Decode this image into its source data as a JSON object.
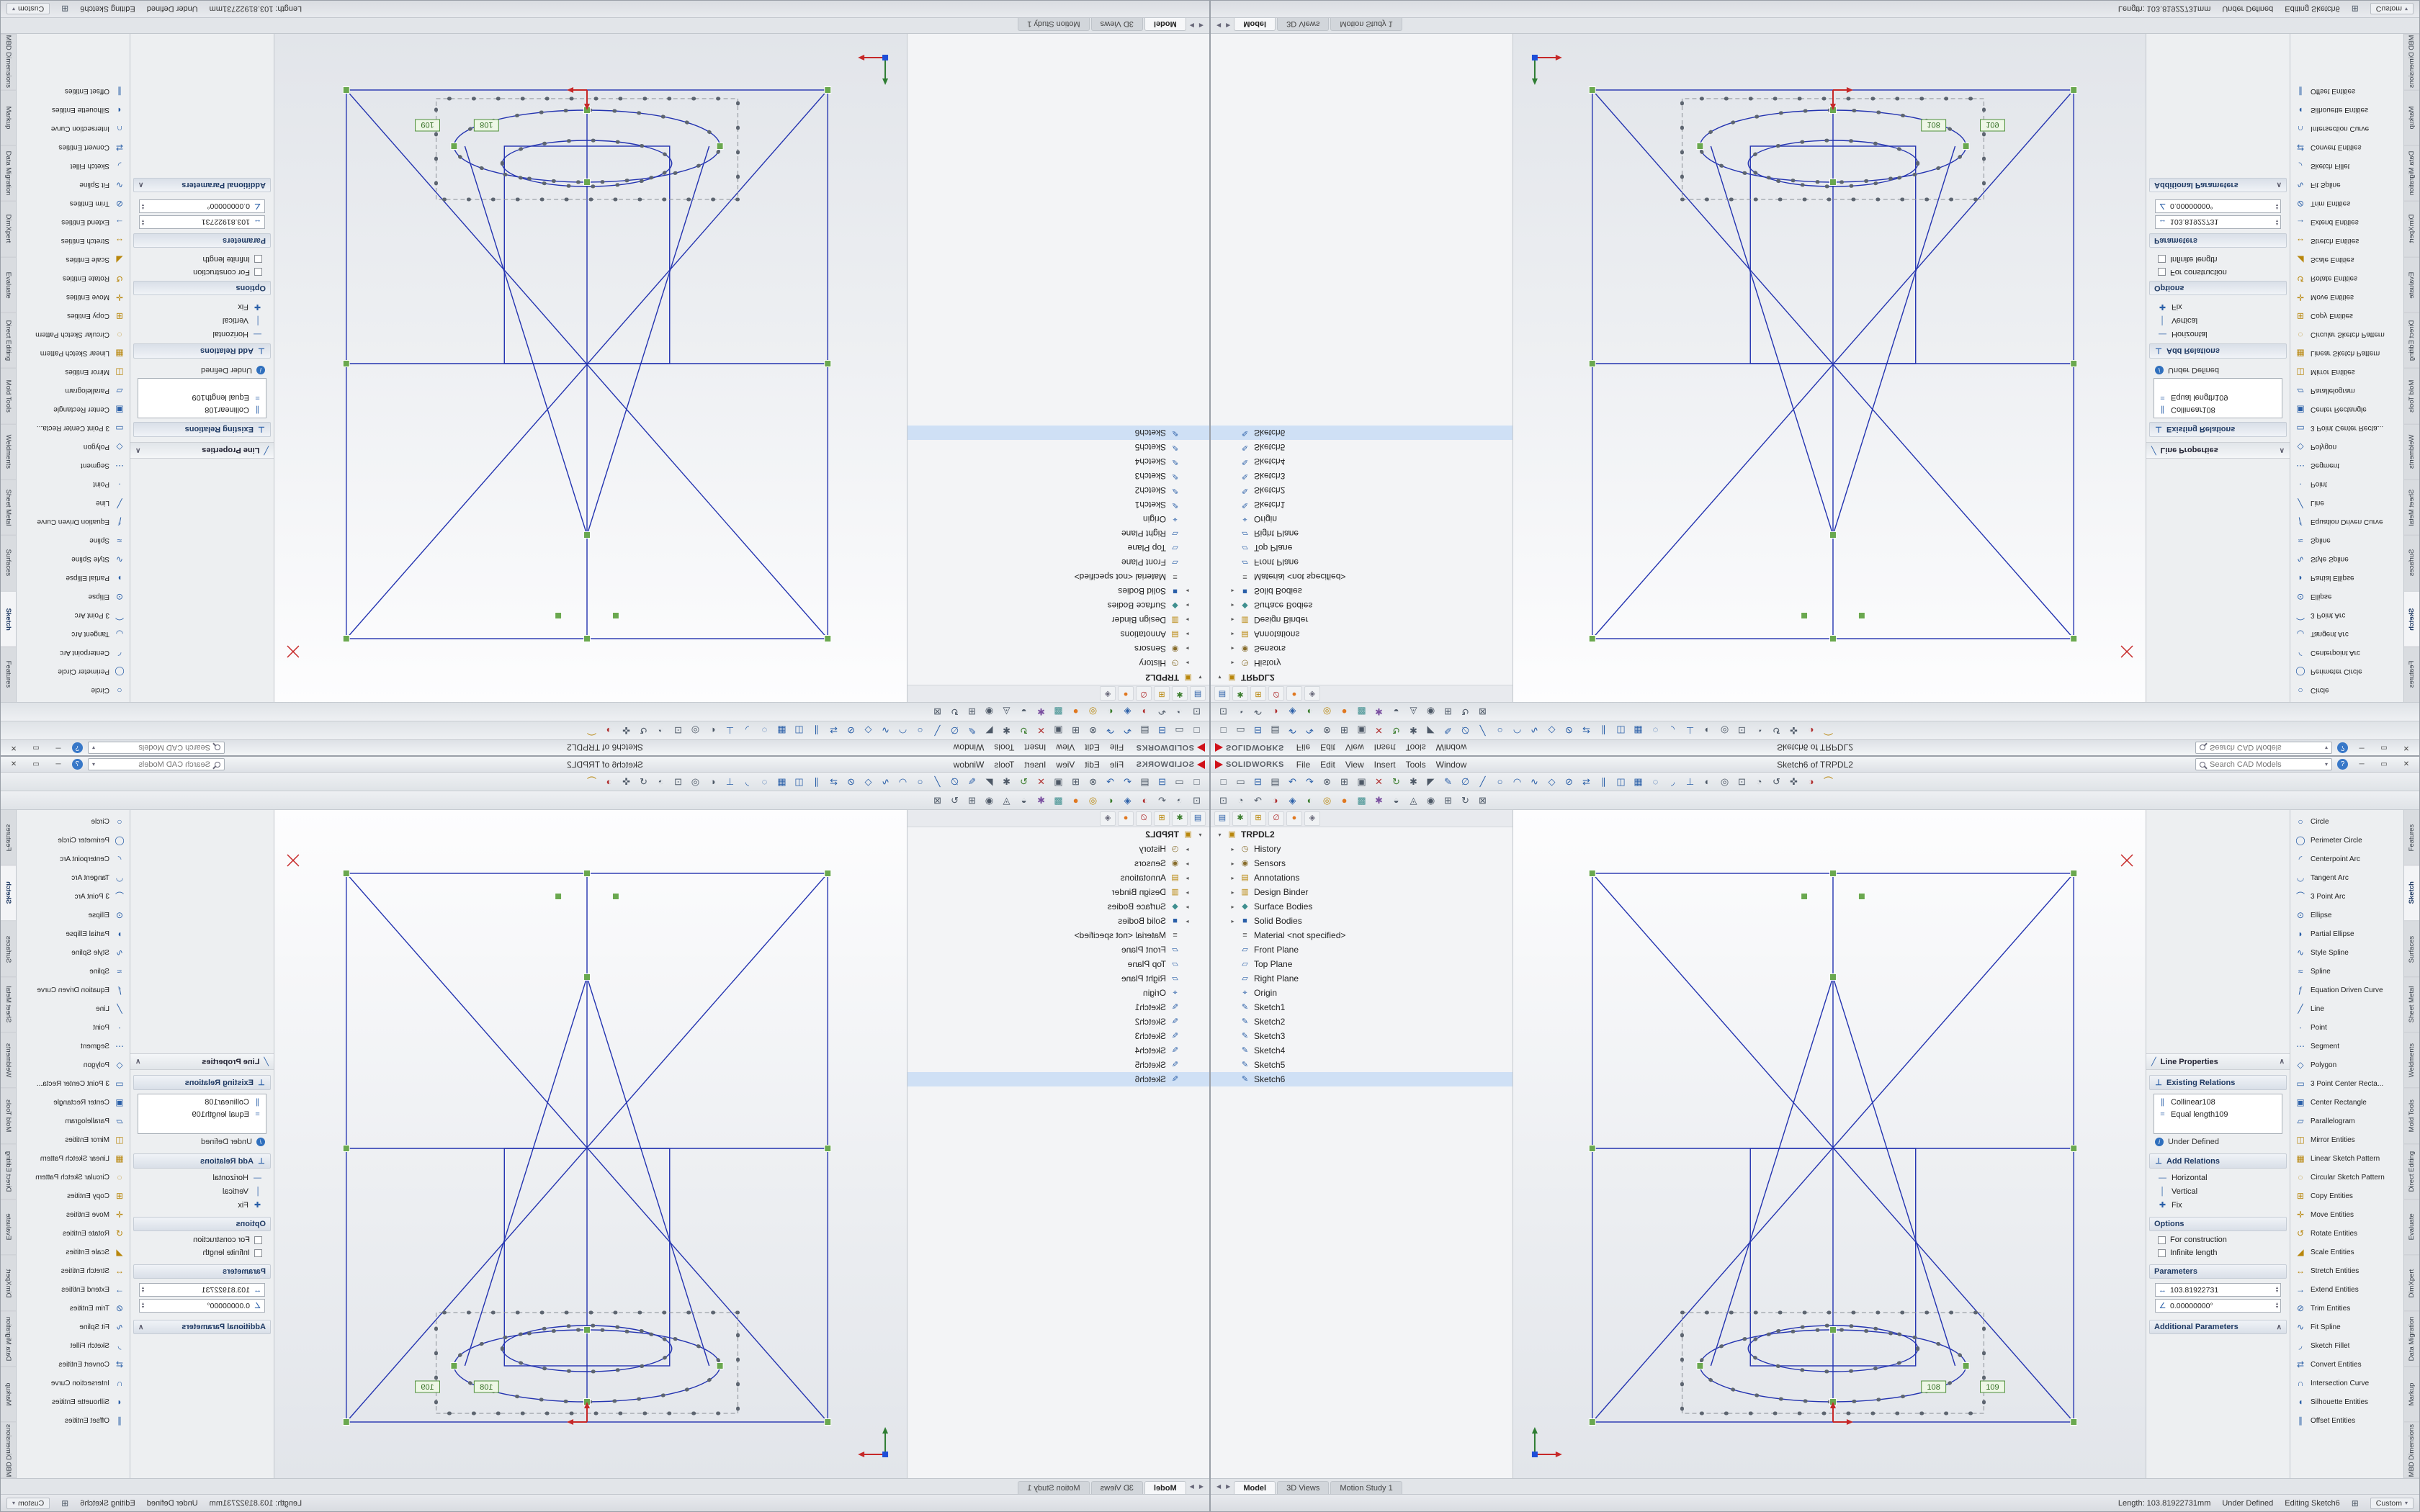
{
  "window": {
    "brand": "SOLIDWORKS",
    "title": "Sketch6 of TRPDL2",
    "menus": [
      "File",
      "Edit",
      "View",
      "Insert",
      "Tools",
      "Window"
    ],
    "search_placeholder": "Search CAD Models",
    "search_chevron": "▾",
    "help_label": "?",
    "controls": {
      "minimize": "─",
      "maximize": "▭",
      "close": "✕"
    }
  },
  "toolbar_main": {
    "icons": [
      {
        "name": "new-document-icon",
        "glyph": "□"
      },
      {
        "name": "open-icon",
        "glyph": "▭"
      },
      {
        "name": "save-icon",
        "glyph": "⊟",
        "color": "#2a5fa8"
      },
      {
        "name": "print-icon",
        "glyph": "▤"
      },
      {
        "name": "undo-icon",
        "glyph": "↶",
        "color": "#2a5fa8"
      },
      {
        "name": "redo-icon",
        "glyph": "↷",
        "color": "#2a5fa8"
      },
      {
        "name": "cut-icon",
        "glyph": "⊗"
      },
      {
        "name": "copy-icon",
        "glyph": "⊞"
      },
      {
        "name": "paste-icon",
        "glyph": "▣"
      },
      {
        "name": "delete-icon",
        "glyph": "✕",
        "color": "#b03030"
      },
      {
        "name": "rebuild-icon",
        "glyph": "↻",
        "color": "#3a7d2c"
      },
      {
        "name": "options-icon",
        "glyph": "✱"
      },
      {
        "name": "select-icon",
        "glyph": "◤"
      },
      {
        "name": "sketch-icon",
        "glyph": "✎",
        "color": "#2a5fa8"
      },
      {
        "name": "smart-dimension-icon",
        "glyph": "∅",
        "color": "#2a5fa8"
      },
      {
        "name": "line-icon",
        "glyph": "╱",
        "color": "#2a5fa8"
      },
      {
        "name": "circle-icon",
        "glyph": "○",
        "color": "#2a5fa8"
      },
      {
        "name": "arc-icon",
        "glyph": "◠",
        "color": "#2a5fa8"
      },
      {
        "name": "spline-icon",
        "glyph": "∿",
        "color": "#2a5fa8"
      },
      {
        "name": "polygon-icon",
        "glyph": "◇",
        "color": "#2a5fa8"
      },
      {
        "name": "trim-icon",
        "glyph": "⊘",
        "color": "#2a5fa8"
      },
      {
        "name": "convert-entities-icon",
        "glyph": "⇄",
        "color": "#2a5fa8"
      },
      {
        "name": "offset-entities-icon",
        "glyph": "∥",
        "color": "#2a5fa8"
      },
      {
        "name": "mirror-entities-icon",
        "glyph": "◫",
        "color": "#2a5fa8"
      },
      {
        "name": "linear-pattern-icon",
        "glyph": "▦",
        "color": "#2a5fa8"
      },
      {
        "name": "circular-pattern-icon",
        "glyph": "◌",
        "color": "#2a5fa8"
      },
      {
        "name": "fillet-icon",
        "glyph": "◞",
        "color": "#2a5fa8"
      },
      {
        "name": "relations-icon",
        "glyph": "⊥",
        "color": "#2a5fa8"
      },
      {
        "name": "display-style-icon",
        "glyph": "◐"
      },
      {
        "name": "hide-show-icon",
        "glyph": "◎"
      },
      {
        "name": "zoom-fit-icon",
        "glyph": "⊡"
      },
      {
        "name": "zoom-area-icon",
        "glyph": "◔"
      },
      {
        "name": "rotate-view-icon",
        "glyph": "↺"
      },
      {
        "name": "pan-icon",
        "glyph": "✜"
      },
      {
        "name": "section-view-icon",
        "glyph": "◑",
        "color": "#b03030"
      },
      {
        "name": "measure-icon",
        "glyph": "⌒",
        "color": "#b8860b"
      }
    ]
  },
  "toolbar_view": {
    "icons": [
      {
        "name": "zoom-fit-icon",
        "glyph": "⊡"
      },
      {
        "name": "zoom-area-icon",
        "glyph": "◔"
      },
      {
        "name": "previous-view-icon",
        "glyph": "↶"
      },
      {
        "name": "section-view-icon",
        "glyph": "◑",
        "color": "#b03030"
      },
      {
        "name": "view-orientation-icon",
        "glyph": "◈",
        "color": "#2a5fa8"
      },
      {
        "name": "display-style-icon",
        "glyph": "◐",
        "color": "#3a7d2c"
      },
      {
        "name": "hide-items-icon",
        "glyph": "◎",
        "color": "#b8860b"
      },
      {
        "name": "appearance-icon",
        "glyph": "●",
        "color": "#e07820"
      },
      {
        "name": "scene-icon",
        "glyph": "▩",
        "color": "#3f8f8f"
      },
      {
        "name": "view-settings-icon",
        "glyph": "✱",
        "color": "#7a4fa0"
      },
      {
        "name": "shadow-icon",
        "glyph": "◒"
      },
      {
        "name": "perspective-icon",
        "glyph": "◬"
      },
      {
        "name": "camera-icon",
        "glyph": "◉"
      },
      {
        "name": "grid-icon",
        "glyph": "⊞"
      },
      {
        "name": "refresh-icon",
        "glyph": "↻"
      },
      {
        "name": "fullscreen-icon",
        "glyph": "⊠"
      }
    ]
  },
  "feature_tree": {
    "tabs": [
      {
        "name": "featuremanager-tab-icon",
        "glyph": "▤",
        "color": "#2a5fa8"
      },
      {
        "name": "propertymanager-tab-icon",
        "glyph": "✱",
        "color": "#3a7d2c"
      },
      {
        "name": "configurationmanager-tab-icon",
        "glyph": "⊞",
        "color": "#b8860b"
      },
      {
        "name": "dimxpertmanager-tab-icon",
        "glyph": "∅",
        "color": "#b03030"
      },
      {
        "name": "displaymanager-tab-icon",
        "glyph": "●",
        "color": "#e07820"
      },
      {
        "name": "pane-pin-icon",
        "glyph": "◈",
        "color": "#666677"
      }
    ],
    "root": {
      "expander": "▾",
      "glyph": "▣",
      "label": "TRPDL2"
    },
    "items": [
      {
        "exp": "▸",
        "glyph": "◷",
        "label": "History",
        "color": "#876c2a",
        "cls": "lvl1"
      },
      {
        "exp": "▸",
        "glyph": "◉",
        "label": "Sensors",
        "color": "#876c2a",
        "cls": "lvl1"
      },
      {
        "exp": "▸",
        "glyph": "▤",
        "label": "Annotations",
        "color": "#b8860b",
        "cls": "lvl1"
      },
      {
        "exp": "▸",
        "glyph": "▥",
        "label": "Design Binder",
        "color": "#b8860b",
        "cls": "lvl1"
      },
      {
        "exp": "▸",
        "glyph": "◆",
        "label": "Surface Bodies",
        "color": "#3f8f8f",
        "cls": "lvl1"
      },
      {
        "exp": "▸",
        "glyph": "■",
        "label": "Solid Bodies",
        "color": "#2a5fa8",
        "cls": "lvl1"
      },
      {
        "exp": "",
        "glyph": "≡",
        "label": "Material <not specified>",
        "color": "#666666",
        "cls": "lvl1"
      },
      {
        "exp": "",
        "glyph": "▱",
        "label": "Front Plane",
        "color": "#2a5fa8",
        "cls": "lvl1"
      },
      {
        "exp": "",
        "glyph": "▱",
        "label": "Top Plane",
        "color": "#2a5fa8",
        "cls": "lvl1"
      },
      {
        "exp": "",
        "glyph": "▱",
        "label": "Right Plane",
        "color": "#2a5fa8",
        "cls": "lvl1"
      },
      {
        "exp": "",
        "glyph": "⌖",
        "label": "Origin",
        "color": "#2a5fa8",
        "cls": "lvl1"
      },
      {
        "exp": "",
        "glyph": "✎",
        "label": "Sketch1",
        "color": "#2a5fa8",
        "cls": "lvl1"
      },
      {
        "exp": "",
        "glyph": "✎",
        "label": "Sketch2",
        "color": "#2a5fa8",
        "cls": "lvl1"
      },
      {
        "exp": "",
        "glyph": "✎",
        "label": "Sketch3",
        "color": "#2a5fa8",
        "cls": "lvl1"
      },
      {
        "exp": "",
        "glyph": "✎",
        "label": "Sketch4",
        "color": "#2a5fa8",
        "cls": "lvl1"
      },
      {
        "exp": "",
        "glyph": "✎",
        "label": "Sketch5",
        "color": "#2a5fa8",
        "cls": "lvl1"
      },
      {
        "exp": "",
        "glyph": "✎",
        "label": "Sketch6",
        "color": "#2a5fa8",
        "cls": "lvl1 selected"
      }
    ]
  },
  "canvas": {
    "tags": [
      "108",
      "109"
    ]
  },
  "property_manager": {
    "title": "Line Properties",
    "icon_glyph": "╱",
    "collapse_glyph": "∧",
    "existing_relations": {
      "label": "Existing Relations",
      "icon_glyph": "⊥",
      "items": [
        {
          "glyph": "∥",
          "label": "Collinear108"
        },
        {
          "glyph": "=",
          "label": "Equal length109"
        }
      ],
      "status": "Under Defined"
    },
    "add_relations": {
      "label": "Add Relations",
      "icon_glyph": "⊥",
      "items": [
        {
          "glyph": "—",
          "label": "Horizontal"
        },
        {
          "glyph": "│",
          "label": "Vertical"
        },
        {
          "glyph": "✚",
          "label": "Fix"
        }
      ]
    },
    "options": {
      "label": "Options",
      "items": [
        {
          "label": "For construction"
        },
        {
          "label": "Infinite length"
        }
      ]
    },
    "parameters": {
      "label": "Parameters",
      "fields": [
        {
          "glyph": "↔",
          "value": "103.81922731"
        },
        {
          "glyph": "∠",
          "value": "0.00000000°"
        }
      ]
    },
    "additional": {
      "label": "Additional Parameters"
    }
  },
  "sketch_tools": {
    "items": [
      {
        "glyph": "○",
        "label": "Circle"
      },
      {
        "glyph": "◯",
        "label": "Perimeter Circle"
      },
      {
        "glyph": "◜",
        "label": "Centerpoint Arc"
      },
      {
        "glyph": "◡",
        "label": "Tangent Arc"
      },
      {
        "glyph": "⌒",
        "label": "3 Point Arc"
      },
      {
        "glyph": "⊙",
        "label": "Ellipse"
      },
      {
        "glyph": "◗",
        "label": "Partial Ellipse"
      },
      {
        "glyph": "∿",
        "label": "Style Spline"
      },
      {
        "glyph": "≈",
        "label": "Spline"
      },
      {
        "glyph": "ƒ",
        "label": "Equation Driven Curve"
      },
      {
        "glyph": "╱",
        "label": "Line"
      },
      {
        "glyph": "∙",
        "label": "Point"
      },
      {
        "glyph": "⋯",
        "label": "Segment"
      },
      {
        "glyph": "◇",
        "label": "Polygon"
      },
      {
        "glyph": "▭",
        "label": "3 Point Center Recta..."
      },
      {
        "glyph": "▣",
        "label": "Center Rectangle"
      },
      {
        "glyph": "▱",
        "label": "Parallelogram"
      },
      {
        "glyph": "◫",
        "label": "Mirror Entities",
        "color": "#b8860b"
      },
      {
        "glyph": "▦",
        "label": "Linear Sketch Pattern",
        "color": "#b8860b"
      },
      {
        "glyph": "◌",
        "label": "Circular Sketch Pattern",
        "color": "#b8860b"
      },
      {
        "glyph": "⊞",
        "label": "Copy Entities",
        "color": "#b8860b"
      },
      {
        "glyph": "✛",
        "label": "Move Entities",
        "color": "#b8860b"
      },
      {
        "glyph": "↺",
        "label": "Rotate Entities",
        "color": "#b8860b"
      },
      {
        "glyph": "◢",
        "label": "Scale Entities",
        "color": "#b8860b"
      },
      {
        "glyph": "↔",
        "label": "Stretch Entities",
        "color": "#b8860b"
      },
      {
        "glyph": "→",
        "label": "Extend Entities"
      },
      {
        "glyph": "⊘",
        "label": "Trim Entities"
      },
      {
        "glyph": "∿",
        "label": "Fit Spline"
      },
      {
        "glyph": "◞",
        "label": "Sketch Fillet"
      },
      {
        "glyph": "⇄",
        "label": "Convert Entities"
      },
      {
        "glyph": "∩",
        "label": "Intersection Curve"
      },
      {
        "glyph": "◖",
        "label": "Silhouette Entities"
      },
      {
        "glyph": "∥",
        "label": "Offset Entities"
      }
    ]
  },
  "side_tabs": {
    "items": [
      {
        "label": "Features"
      },
      {
        "label": "Sketch",
        "cls": "active"
      },
      {
        "label": "Surfaces"
      },
      {
        "label": "Sheet Metal"
      },
      {
        "label": "Weldments"
      },
      {
        "label": "Mold Tools"
      },
      {
        "label": "Direct Editing"
      },
      {
        "label": "Evaluate"
      },
      {
        "label": "DimXpert"
      },
      {
        "label": "Data Migration"
      },
      {
        "label": "Markup"
      },
      {
        "label": "MBD Dimensions"
      }
    ]
  },
  "doc_tabs": {
    "nav_prev": "◀",
    "nav_next": "▶",
    "items": [
      {
        "label": "Model",
        "cls": "active"
      },
      {
        "label": "3D Views"
      },
      {
        "label": "Motion Study 1"
      }
    ]
  },
  "status_bar": {
    "length": "Length: 103.81922731mm",
    "state": "Under Defined",
    "editing": "Editing Sketch6",
    "grid_glyph": "⊞",
    "custom_label": "Custom",
    "custom_chevron": "▾"
  }
}
